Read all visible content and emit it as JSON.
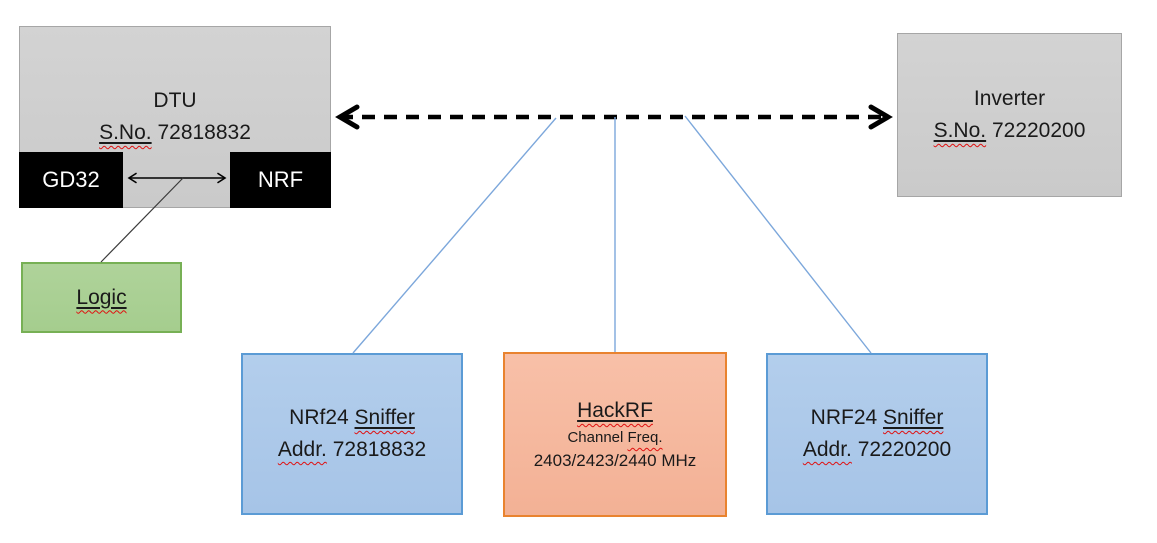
{
  "colors": {
    "gray_fill": "#CECECE",
    "gray_border": "#A6A6A6",
    "chip_fill": "#000000",
    "chip_text": "#FFFFFF",
    "green_fill": "#ABD096",
    "green_border": "#77B055",
    "blue_fill": "#ADCAEA",
    "blue_border": "#5B9BD5",
    "orange_fill": "#F6BBA0",
    "orange_border": "#E9832F",
    "connector_blue": "#7CA7DB",
    "arrow_black": "#000000",
    "squiggle_red": "#E01010"
  },
  "dtu": {
    "title": "DTU",
    "serial_label": "S.No.",
    "serial_value": " 72818832",
    "chip_left": "GD32",
    "chip_right": "NRF"
  },
  "logic": {
    "label": "Logic"
  },
  "inverter": {
    "title": "Inverter",
    "serial_label": "S.No.",
    "serial_value": " 72220200"
  },
  "sniffer_left": {
    "prefix": "NRf24 ",
    "word": "Sniffer",
    "addr_label": "Addr.",
    "addr_value": " 72818832"
  },
  "hackrf": {
    "title": "HackRF",
    "channel_prefix": "Channel ",
    "channel_word": "Freq.",
    "frequencies": "2403/2423/2440 MHz"
  },
  "sniffer_right": {
    "prefix": "NRF24 ",
    "word": "Sniffer",
    "addr_label": "Addr.",
    "addr_value": " 72220200"
  }
}
